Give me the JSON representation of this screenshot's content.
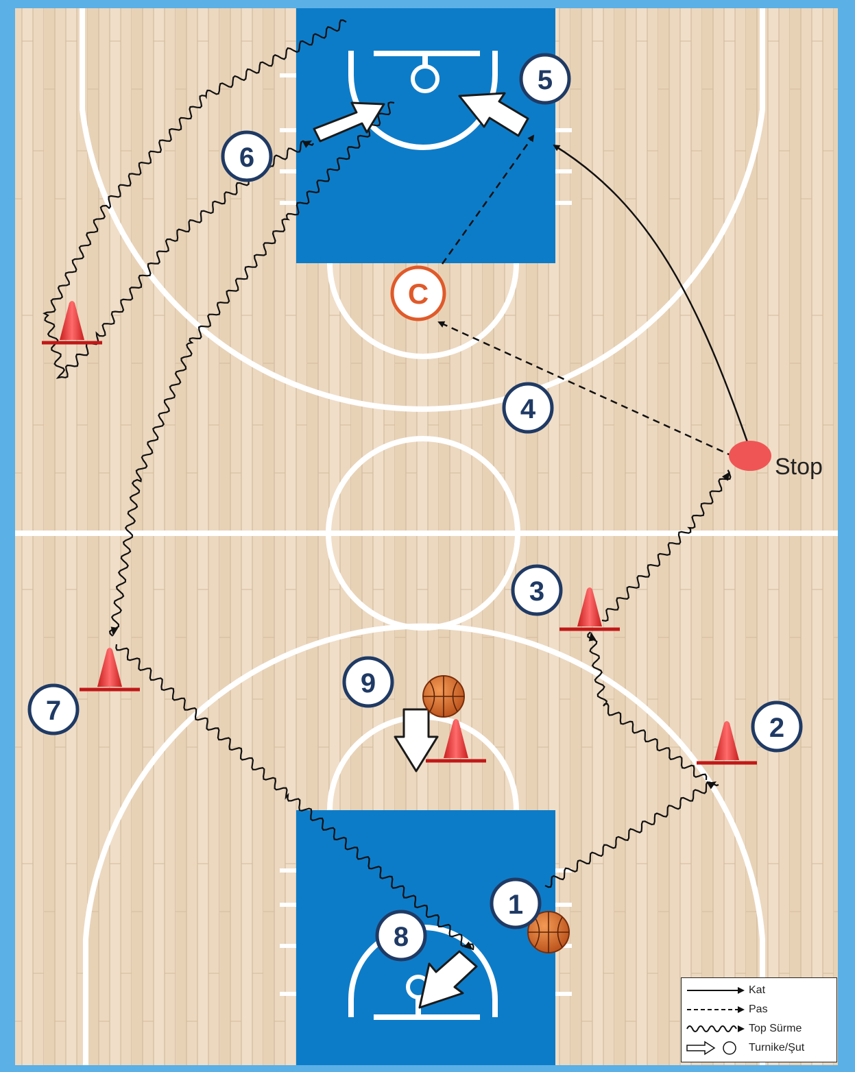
{
  "colors": {
    "frame": "#5bb0e6",
    "floor": "#ecd8bf",
    "key": "#0d7cc8",
    "lines": "#ffffff",
    "cone": "#e83a3a",
    "coach": "#e05a2a",
    "stop_dot": "#f05555",
    "badge_border": "#1f3a64",
    "ball": "#d4611e"
  },
  "markers": {
    "m1": "1",
    "m2": "2",
    "m3": "3",
    "m4": "4",
    "m5": "5",
    "m6": "6",
    "m7": "7",
    "m8": "8",
    "m9": "9",
    "coach": "C"
  },
  "stop_label": "Stop",
  "legend": {
    "cut": "Kat",
    "pass": "Pas",
    "dribble": "Top Sürme",
    "layup": "Turnike/Şut"
  }
}
